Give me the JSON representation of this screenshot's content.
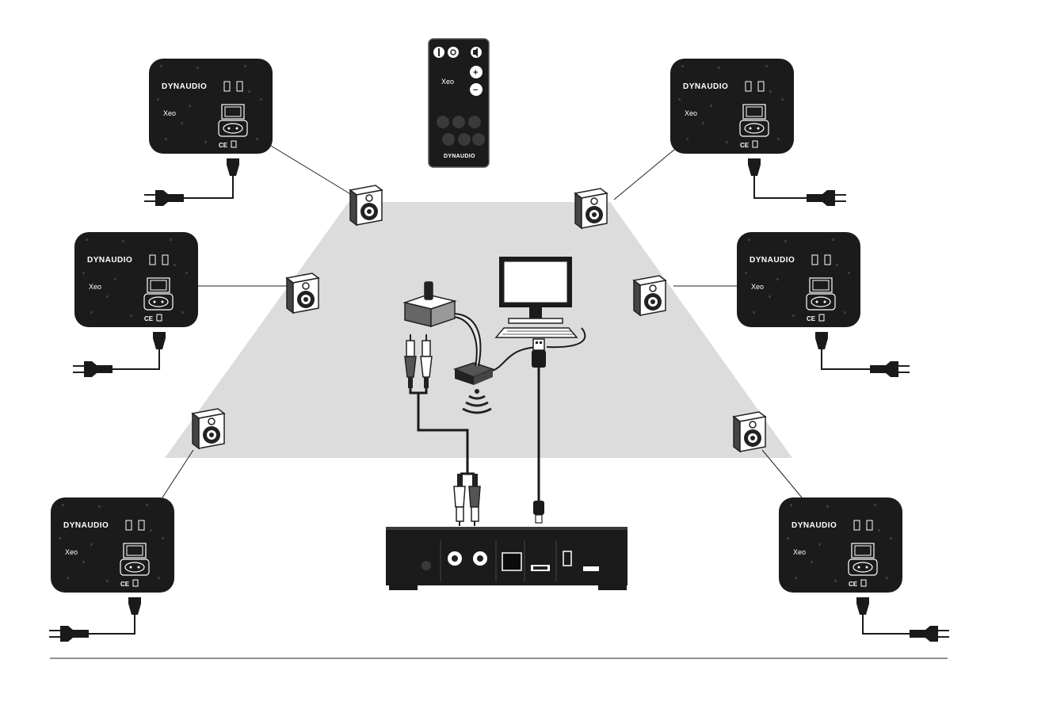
{
  "brand": "DYNAUDIO",
  "model": "Xeo",
  "ce_mark": "CE",
  "remote": {
    "brand": "DYNAUDIO",
    "model": "Xeo",
    "plus": "+",
    "minus": "−"
  },
  "colors": {
    "panel": "#1b1b1b",
    "floor": "#dcdcdc",
    "cable": "#1a1a1a"
  }
}
